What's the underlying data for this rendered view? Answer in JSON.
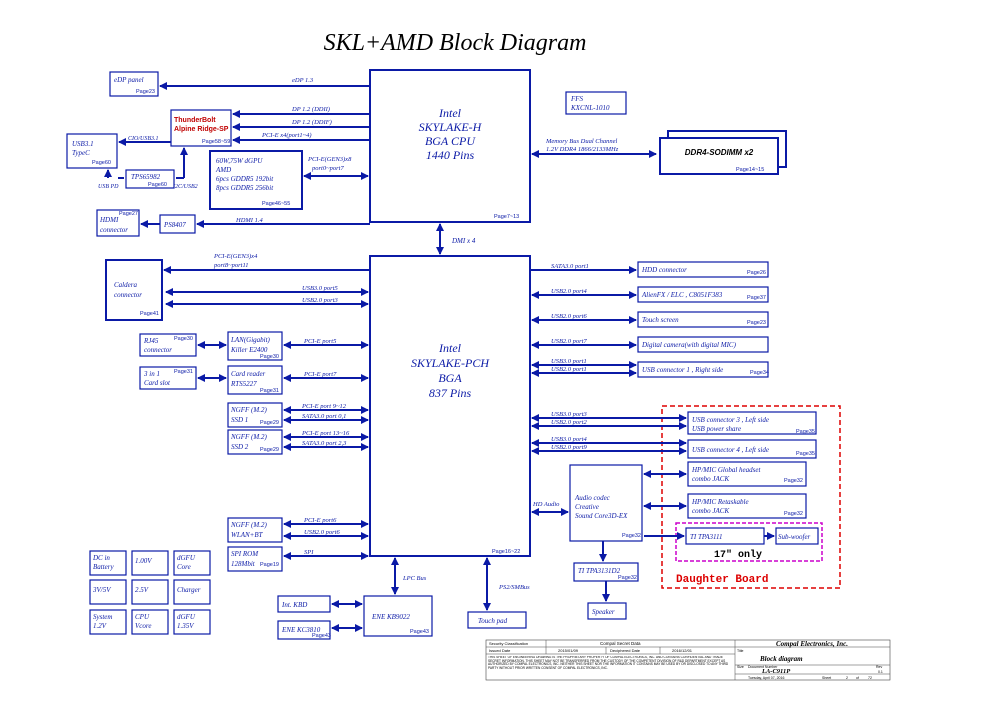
{
  "title": "SKL+AMD Block Diagram",
  "cpu": {
    "l1": "Intel",
    "l2": "SKYLAKE-H",
    "l3": "BGA CPU",
    "l4": "1440 Pins",
    "page": "Page7~13"
  },
  "pch": {
    "l1": "Intel",
    "l2": "SKYLAKE-PCH",
    "l3": "BGA",
    "l4": "837 Pins",
    "page": "Page16~22"
  },
  "dmi": "DMI x 4",
  "ffs": {
    "l1": "FFS",
    "l2": "KXCNL-1010"
  },
  "mem": {
    "l1": "Memory Bus Dual Channel",
    "l2": "1.2V DDR4 1866/2133MHz",
    "ddr": "DDR4-SODIMM x2",
    "page": "Page14~15"
  },
  "edp": {
    "label": "eDP panel",
    "page": "Page23",
    "link": "eDP 1.3"
  },
  "tb": {
    "l1": "ThunderBolt",
    "l2": "Alpine Ridge-SP",
    "page": "Page58~59",
    "dp1": "DP 1.2 (DDII)",
    "dp2": "DP 1.2 (DDIF)",
    "pcie": "PCI-E x4(port1~4)"
  },
  "usb31": {
    "l1": "USB3.1",
    "l2": "TypeC",
    "page": "Page60",
    "cio": "CIO/USB3.1",
    "usbpd": "USB PD",
    "i2c": "I2C/USB2"
  },
  "tps": {
    "label": "TPS65982",
    "page": "Page60"
  },
  "gpu": {
    "l1": "60W,75W dGPU",
    "l2": "AMD",
    "l3": "6pcs GDDR5 192bit",
    "l4": "8pcs GDDR5 256bit",
    "page": "Page46~55",
    "link1": "PCI-E(GEN3)x8",
    "link2": "port0~port7"
  },
  "hdmi": {
    "l1": "HDMI",
    "l2": "connector",
    "page": "Page27",
    "ps": "PS8407",
    "link": "HDMI 1.4"
  },
  "caldera": {
    "l1": "Caldera",
    "l2": "connector",
    "page": "Page41",
    "link1": "PCI-E(GEN3)x4",
    "link2": "port8~port11",
    "usb3": "USB3.0 port5",
    "usb2": "USB2.0 port3"
  },
  "rj45": {
    "l1": "RJ45",
    "l2": "connector",
    "page": "Page30"
  },
  "lan": {
    "l1": "LAN(Gigabit)",
    "l2": "Killer E2400",
    "page": "Page30",
    "link": "PCI-E port5"
  },
  "cardslot": {
    "l1": "3 in 1",
    "l2": "Card slot",
    "page": "Page31"
  },
  "cardreader": {
    "l1": "Card reader",
    "l2": "RTS5227",
    "page": "Page31",
    "link": "PCI-E port7"
  },
  "ssd1": {
    "l1": "NGFF (M.2)",
    "l2": "SSD 1",
    "page": "Page29",
    "link1": "PCI-E port 9~12",
    "link2": "SATA3.0 port 0,1"
  },
  "ssd2": {
    "l1": "NGFF (M.2)",
    "l2": "SSD 2",
    "page": "Page29",
    "link1": "PCI-E port 13~16",
    "link2": "SATA3.0 port 2,3"
  },
  "wlan": {
    "l1": "NGFF (M.2)",
    "l2": "WLAN+BT",
    "link1": "PCI-E port6",
    "link2": "USB2.0 port6"
  },
  "spi": {
    "l1": "SPI ROM",
    "l2": "128Mbit",
    "page": "Page19",
    "link": "SPI"
  },
  "power": [
    "DC in\nBattery",
    "1.00V",
    "dGFU\nCore",
    "3V/5V",
    "2.5V",
    "Charger",
    "System\n1.2V",
    "CPU\nVcore",
    "dGFU\n1.35V"
  ],
  "right": {
    "hdd": {
      "label": "HDD connector",
      "page": "Page26",
      "link": "SATA3.0 port1"
    },
    "alien": {
      "label": "AlienFX / ELC , C8051F383",
      "page": "Page37",
      "link": "USB2.0 port4"
    },
    "touch": {
      "label": "Touch screen",
      "page": "Page23",
      "link": "USB2.0 port6"
    },
    "camera": {
      "label": "Digital camera(with digital MIC)",
      "link": "USB2.0 port7"
    },
    "usb1": {
      "label": "USB connector 1 , Right side",
      "page": "Page34",
      "link1": "USB3.0 port1",
      "link2": "USB2.0 port1"
    },
    "usb3": {
      "l1": "USB connector 3 , Left side",
      "l2": "USB power share",
      "page": "Page35",
      "link1": "USB3.0 port3",
      "link2": "USB2.0 port2"
    },
    "usb4": {
      "label": "USB connector 4 , Left side",
      "page": "Page35",
      "link1": "USB3.0 port4",
      "link2": "USB2.0 port9"
    }
  },
  "audio": {
    "l1": "Audio codec",
    "l2": "Creative",
    "l3": "Sound  Core3D-EX",
    "page": "Page32",
    "link": "HD Audio"
  },
  "hp1": {
    "l1": "HP/MIC Global headset",
    "l2": "combo JACK",
    "page": "Page32"
  },
  "hp2": {
    "l1": "HP/MIC Retaskable",
    "l2": "combo JACK",
    "page": "Page32"
  },
  "ti": {
    "label": "TI  TPA3111",
    "sub": "Sub-woofer",
    "only": "17\" only"
  },
  "daughter": "Daughter Board",
  "amp": {
    "label": "TI  TPA3131D2",
    "page": "Page32"
  },
  "speaker": "Speaker",
  "lpc": "LPC Bus",
  "ps2": "PS2/SMBus",
  "ec": {
    "label": "ENE  KB9022",
    "page": "Page43"
  },
  "kbd": "Int. KBD",
  "kc": {
    "label": "ENE  KC3810",
    "page": "Page43"
  },
  "touchpad": "Touch  pad",
  "footer": {
    "sec": "Security Classification",
    "secret": "Compal Secret Data",
    "issued": "Issued Date",
    "d1": "2015/01/09",
    "declass": "Deciphered Date",
    "d2": "2016/12/01",
    "company": "Compal Electronics, Inc.",
    "title": "Block diagram",
    "model": "LA-C911P",
    "disclaimer": "THIS SHEET OF ENGINEERING DRAWING IS THE PROPRIETARY PROPERTY OF COMPAL ELECTRONICS, INC. AND CONTAINS CONFIDENTIAL AND TRADE SECRET INFORMATION. THIS SHEET MAY NOT BE TRANSFERRED FROM THE CUSTODY OF THE COMPETENT DIVISION OF R&D DEPARTMENT EXCEPT AS AUTHORIZED BY COMPAL ELECTRONICS, INC. NEITHER THIS SHEET NOR THE INFORMATION IT CONTAINS MAY BE USED BY OR DISCLOSED TO ANY THIRD PARTY WITHOUT PRIOR WRITTEN CONSENT OF COMPAL ELECTRONICS, INC.",
    "date": "Tuesday, April 07, 2016",
    "sheet": "Sheet",
    "sn": "2",
    "of": "of",
    "total": "72",
    "rev": "Rev",
    "revv": "0.1",
    "tl": "Title",
    "docnum": "Document Number",
    "size": "Size"
  }
}
